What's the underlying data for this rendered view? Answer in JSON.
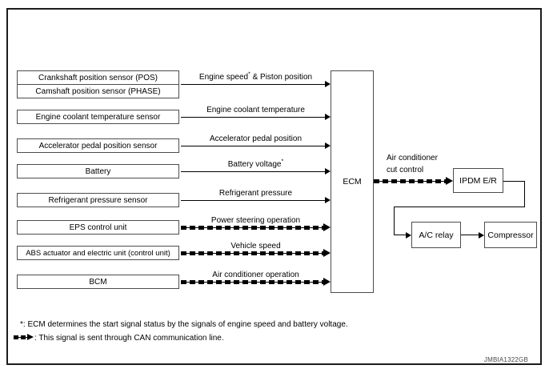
{
  "diagram": {
    "inputs": [
      {
        "source": "Crankshaft position sensor (POS)",
        "source2": "Camshaft position sensor (PHASE)",
        "signal": "Engine speed",
        "signal_sup": "*",
        "signal_rest": " & Piston position",
        "can": false
      },
      {
        "source": "Engine coolant temperature sensor",
        "signal": "Engine coolant temperature",
        "can": false
      },
      {
        "source": "Accelerator pedal position sensor",
        "signal": "Accelerator pedal position",
        "can": false
      },
      {
        "source": "Battery",
        "signal": "Battery voltage",
        "signal_sup": "*",
        "can": false
      },
      {
        "source": "Refrigerant pressure sensor",
        "signal": "Refrigerant pressure",
        "can": false
      },
      {
        "source": "EPS control unit",
        "signal": "Power steering operation",
        "can": true
      },
      {
        "source": "ABS actuator and electric unit (control unit)",
        "signal": "Vehicle speed",
        "can": true
      },
      {
        "source": "BCM",
        "signal": "Air conditioner operation",
        "can": true
      }
    ],
    "ecm_label": "ECM",
    "output": {
      "signal_line1": "Air conditioner",
      "signal_line2": "cut control",
      "ipdm_label": "IPDM E/R",
      "relay_label": "A/C relay",
      "compressor_label": "Compressor"
    },
    "footnote1": "*: ECM determines the start signal status by the signals of engine speed and battery voltage.",
    "footnote2": ": This signal is sent through CAN communication line.",
    "figure_id": "JMBIA1322GB",
    "colors": {
      "line": "#000000",
      "box_border": "#4d4d4d",
      "background": "#ffffff"
    }
  }
}
